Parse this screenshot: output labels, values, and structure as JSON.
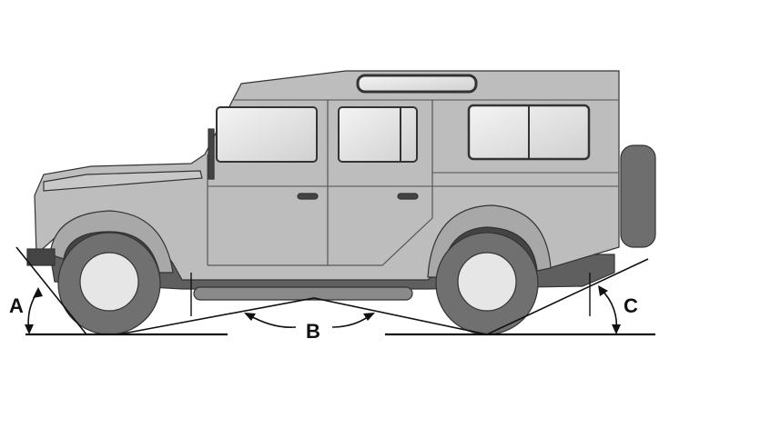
{
  "diagram": {
    "labels": {
      "approach_angle": "A",
      "breakover_angle": "B",
      "departure_angle": "C"
    },
    "colors": {
      "body": "#bdbdbd",
      "dark": "#5f5f5f",
      "tire": "#707070",
      "line": "#111111"
    }
  }
}
